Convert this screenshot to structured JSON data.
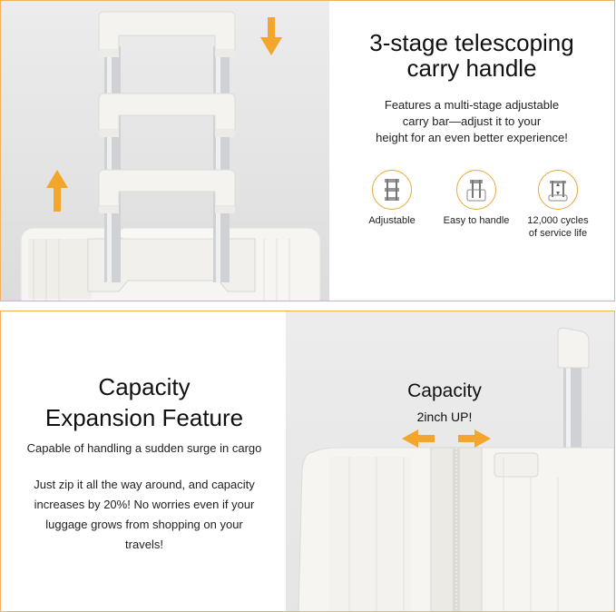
{
  "top_panel": {
    "title_line1": "3-stage telescoping",
    "title_line2": "carry handle",
    "description_line1": "Features a multi-stage adjustable",
    "description_line2": "carry bar—adjust it to your",
    "description_line3": "height for an even better experience!",
    "features": [
      {
        "icon": "adjustable-handle-icon",
        "label_line1": "Adjustable",
        "label_line2": ""
      },
      {
        "icon": "easy-handle-icon",
        "label_line1": "Easy to handle",
        "label_line2": ""
      },
      {
        "icon": "cycles-icon",
        "label_line1": "12,000 cycles",
        "label_line2": "of service life"
      }
    ]
  },
  "bottom_panel": {
    "title_line1": "Capacity",
    "title_line2": "Expansion Feature",
    "subtitle": "Capable of handling a sudden surge in cargo",
    "body_line1": "Just zip it all the way around, and capacity",
    "body_line2": "increases by 20%! No worries even if your",
    "body_line3": "luggage grows from shopping on your",
    "body_line4": "travels!",
    "overlay_title": "Capacity",
    "overlay_subtitle": "2inch UP!"
  },
  "colors": {
    "accent": "#f0b25a",
    "arrow": "#f3a62b",
    "suitcase": "#f4f3ef"
  }
}
